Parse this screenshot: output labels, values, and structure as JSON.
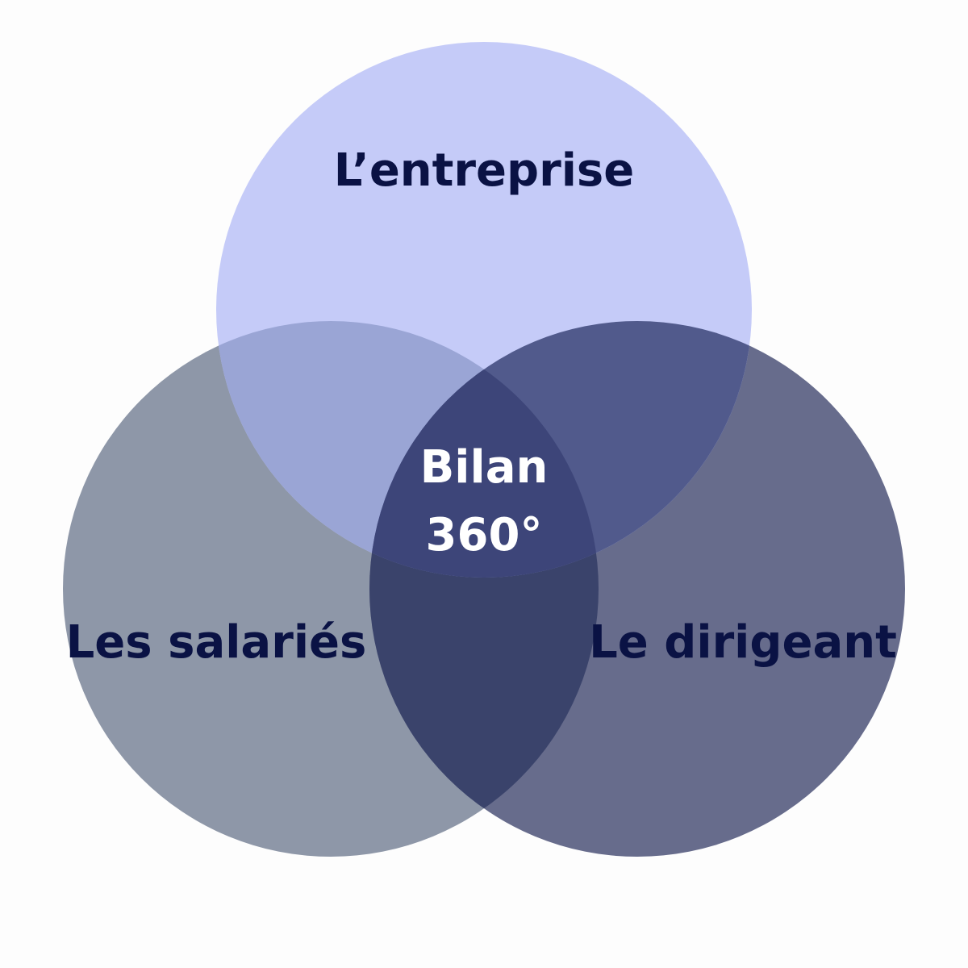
{
  "diagram": {
    "type": "venn",
    "sets": [
      {
        "id": "entreprise",
        "label": "L’entreprise",
        "color": "#c5cbf8"
      },
      {
        "id": "salaries",
        "label": "Les salariés",
        "color": "#8e97a8"
      },
      {
        "id": "dirigeant",
        "label": "Le dirigeant",
        "color": "#676c8c"
      }
    ],
    "center": {
      "line1": "Bilan",
      "line2": "360°",
      "color": "#3d4579"
    },
    "overlap_colors": {
      "entreprise_salaries": "#9aa5d5",
      "entreprise_dirigeant": "#515a8c",
      "salaries_dirigeant": "#3a436b"
    },
    "background": "#fdfdfd",
    "label_color": "#0a1244"
  }
}
